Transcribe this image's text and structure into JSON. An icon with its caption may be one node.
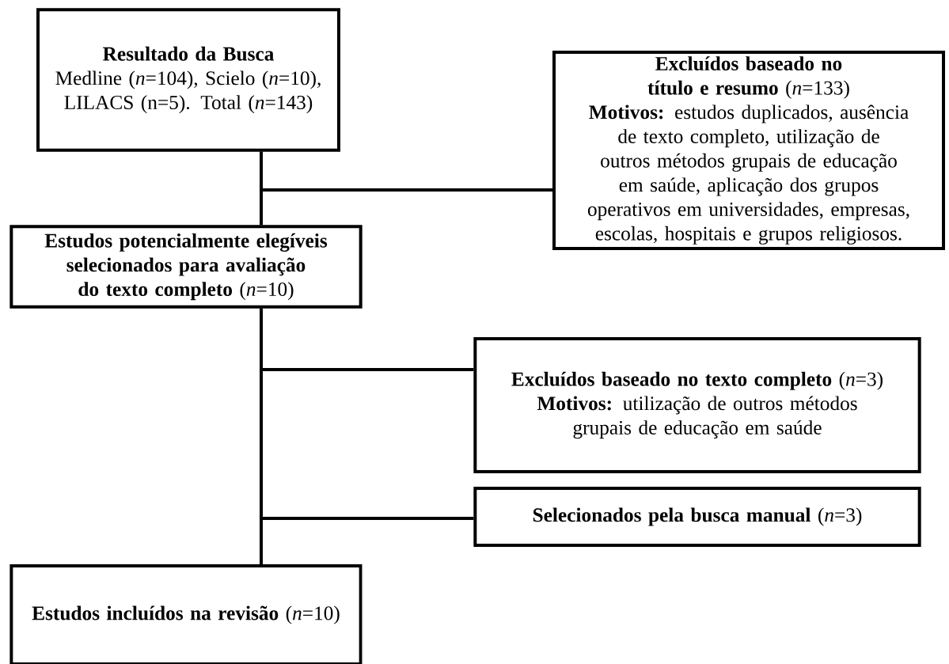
{
  "diagram": {
    "nodes": [
      {
        "text": [
          "Resultado da Busca",
          "Medline (*n*=104), Scielo (*n*=10), LILACS (n=5). Total (*n*=143)"
        ]
      },
      {
        "text": [
          "**Excluídos baseado no título e resumo** (*n*=133)",
          "**Motivos:** estudos duplicados, ausência de texto completo, utilização de outros métodos grupais de educação em saúde, aplicação dos grupos operativos em universidades, empresas, escolas, hospitais e grupos religiosos."
        ]
      },
      {
        "text": [
          "**Estudos potencialmente elegíveis selecionados para avaliação do texto completo** (*n*=10)"
        ]
      },
      {
        "text": [
          "**Excluídos baseado no texto completo** (*n*=3)",
          "**Motivos:** utilização de outros métodos grupais de educação em saúde"
        ]
      },
      {
        "text": [
          "**Selecionados pela busca manual** (*n*=3)"
        ]
      },
      {
        "text": [
          "**Estudos incluídos na revisão** (*n*=10)"
        ]
      }
    ],
    "edges": [
      {
        "from": 0,
        "to": 2,
        "arrow": "none"
      },
      {
        "from": 0,
        "to": 1,
        "arrow": "none"
      },
      {
        "from": 2,
        "to": 5,
        "arrow": "none"
      },
      {
        "from": 2,
        "to": 3,
        "arrow": "none"
      },
      {
        "from": 2,
        "to": 4,
        "arrow": "none"
      }
    ]
  }
}
